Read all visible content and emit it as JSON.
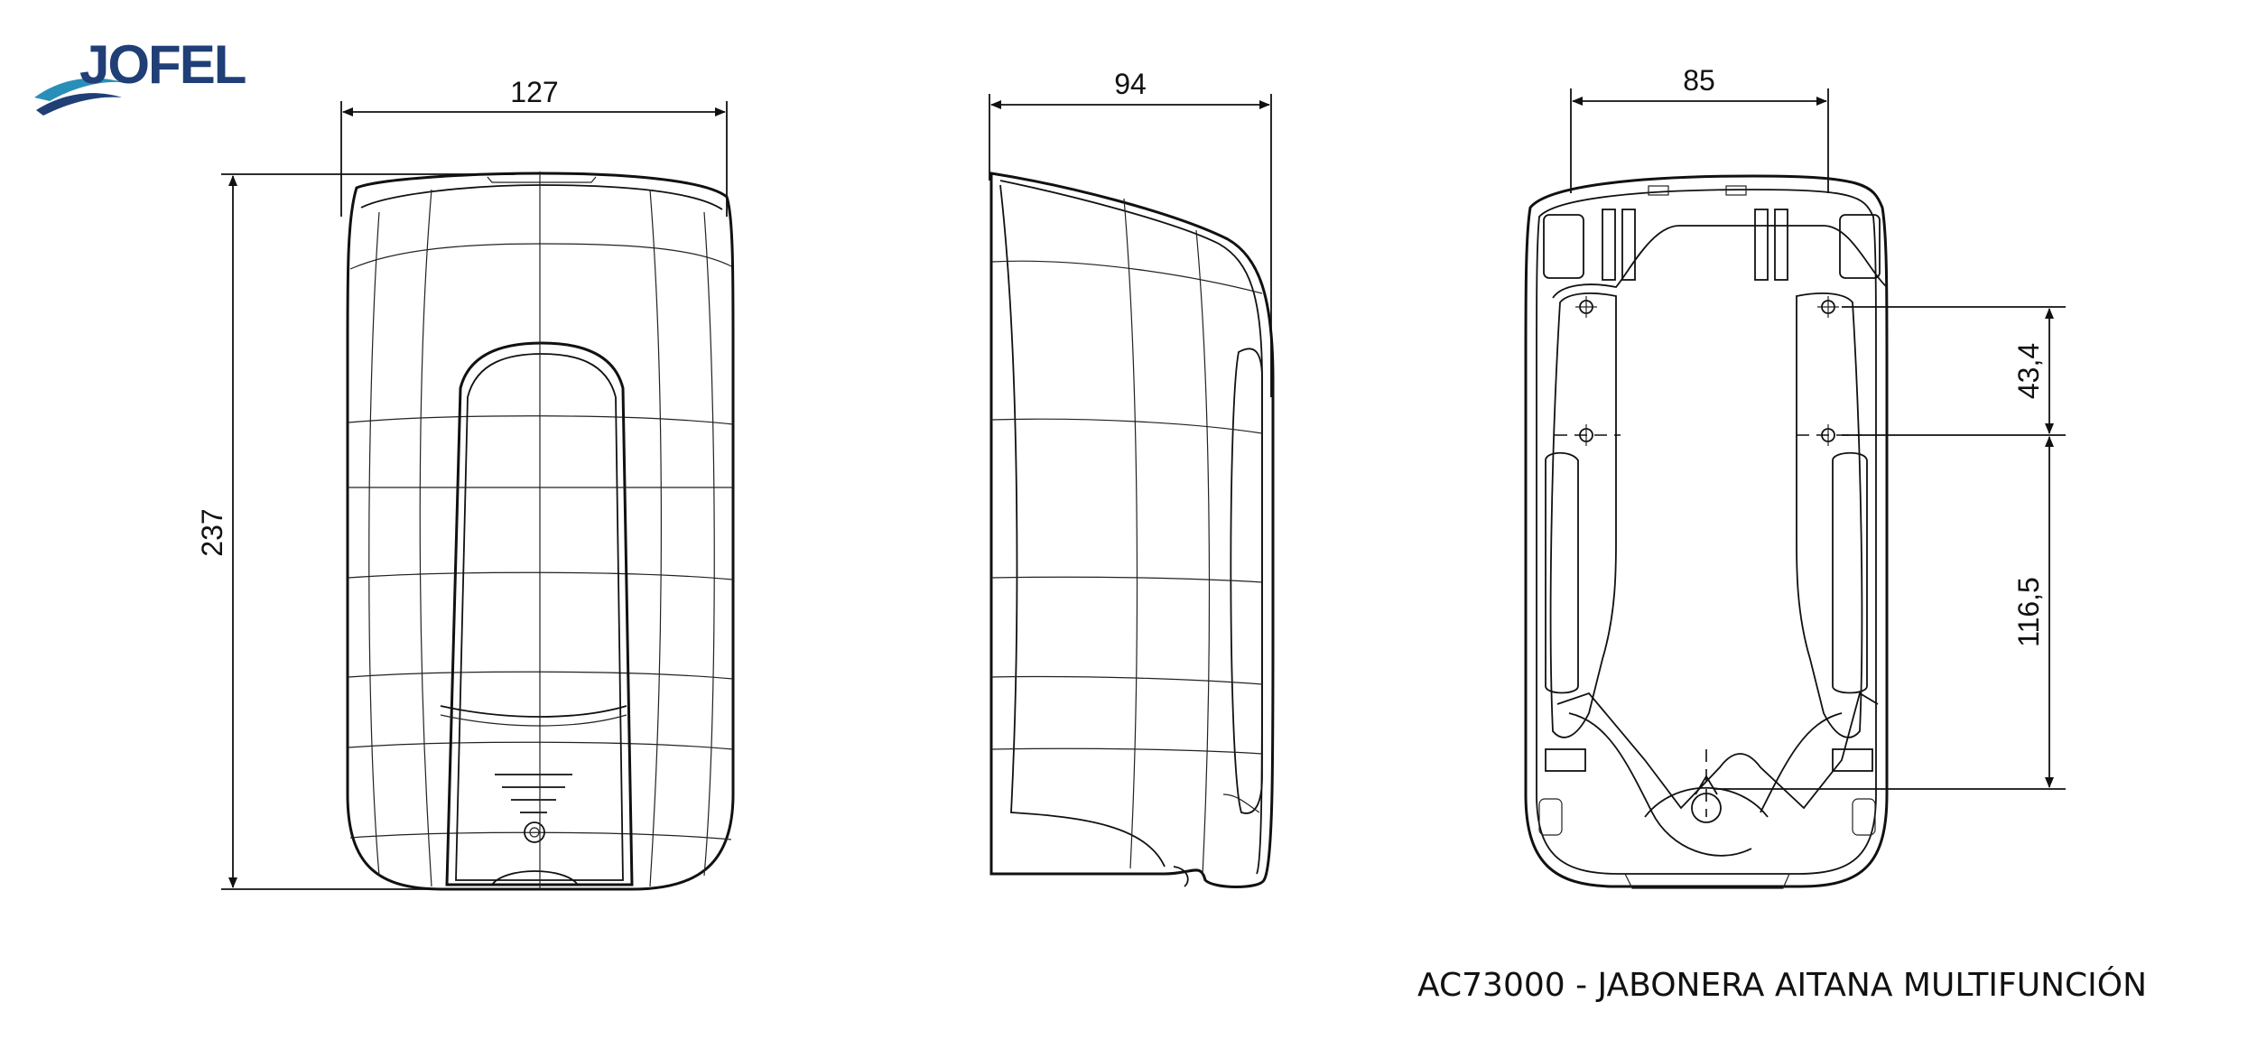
{
  "logo": {
    "brand": "JOFEL"
  },
  "title": "AC73000 - JABONERA AITANA MULTIFUNCIÓN",
  "dimensions": {
    "front_width": "127",
    "front_height": "237",
    "side_depth": "94",
    "back_hole_spacing": "85",
    "back_hole_vertical_upper": "43,4",
    "back_hole_vertical_lower": "116,5"
  },
  "colors": {
    "brand_blue": "#1f3f76",
    "wave_teal": "#2a8fb8",
    "line": "#111111"
  }
}
